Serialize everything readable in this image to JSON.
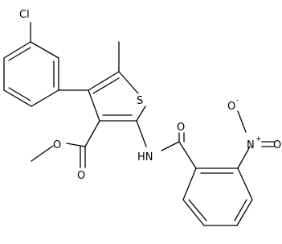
{
  "molecule": {
    "labels": {
      "chlorine": "Cl",
      "sulfur": "S",
      "amide_nh": "HN",
      "ester_oxygen_single": "O",
      "ester_oxygen_double": "O",
      "amide_oxygen": "O",
      "nitro_nitrogen": "N",
      "nitro_nitrogen_charge": "+",
      "nitro_oxygen_top": "O",
      "nitro_oxygen_top_charge": "-",
      "nitro_oxygen_right": "O"
    }
  }
}
